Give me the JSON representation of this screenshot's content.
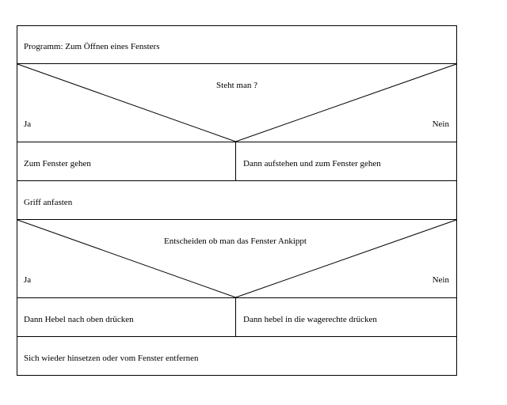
{
  "diagram": {
    "title": "Programm: Zum Öffnen eines Fensters",
    "decision1": {
      "question": "Steht man ?",
      "yes_label": "Ja",
      "no_label": "Nein",
      "yes_action": "Zum Fenster gehen",
      "no_action": "Dann aufstehen und zum Fenster gehen"
    },
    "step2": "Griff anfasten",
    "decision2": {
      "question": "Entscheiden ob man das Fenster Ankippt",
      "yes_label": "Ja",
      "no_label": "Nein",
      "yes_action": "Dann Hebel nach oben drücken",
      "no_action": "Dann hebel in die wagerechte drücken"
    },
    "final_step": "Sich wieder hinsetzen oder vom Fenster entfernen"
  }
}
